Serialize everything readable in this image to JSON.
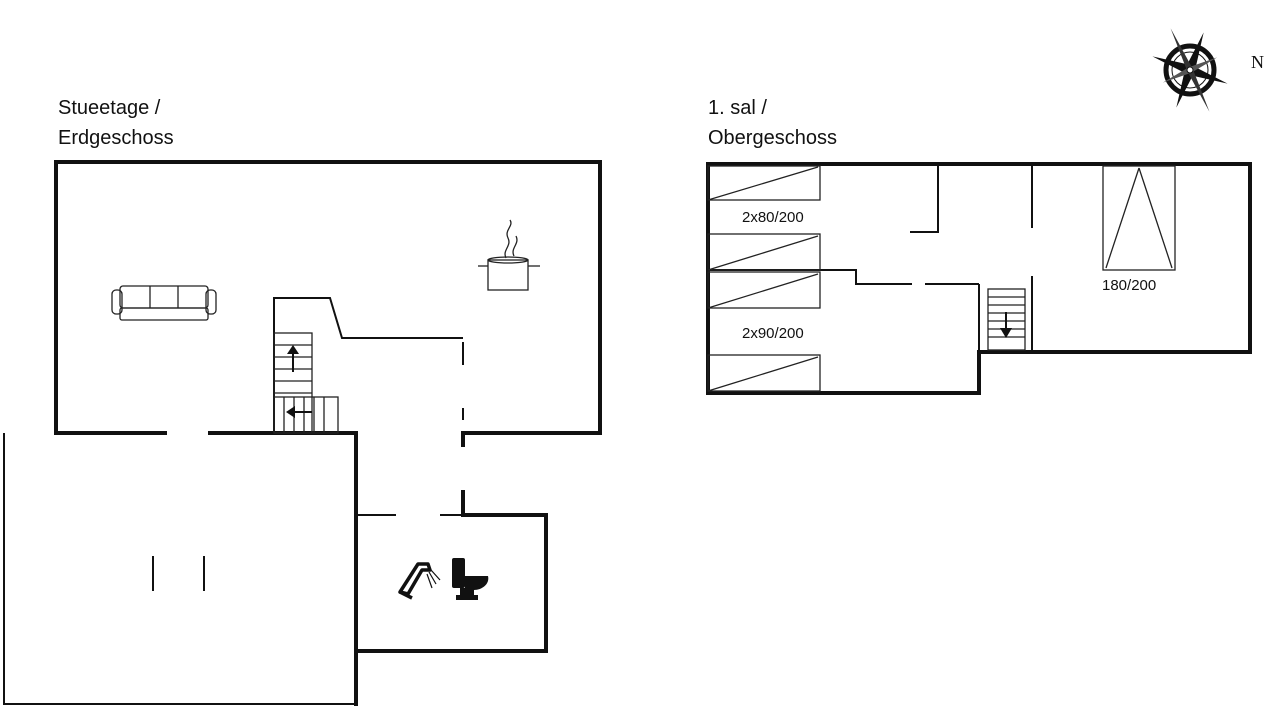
{
  "floors": {
    "ground": {
      "title_line1": "Stueetage /",
      "title_line2": "Erdgeschoss"
    },
    "upper": {
      "title_line1": "1. sal /",
      "title_line2": "Obergeschoss",
      "beds": [
        {
          "label": "2x80/200"
        },
        {
          "label": "2x90/200"
        },
        {
          "label": "180/200"
        }
      ]
    }
  },
  "compass": {
    "north_label": "N"
  },
  "icons": {
    "sofa": "sofa-icon",
    "cooking_pot": "cooking-pot-icon",
    "shower": "shower-icon",
    "toilet": "toilet-icon",
    "stairs_up": "stairs-up-arrow-icon",
    "stairs_down": "stairs-down-arrow-icon",
    "compass_rose": "compass-rose-icon"
  }
}
